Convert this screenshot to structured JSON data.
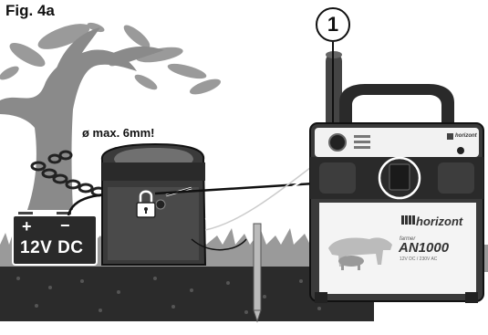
{
  "figure_label": "Fig. 4a",
  "lock_label": "ø max. 6mm!",
  "callout_number": "1",
  "battery": {
    "plus": "+",
    "minus": "−",
    "voltage_label": "12V DC"
  },
  "energizer": {
    "brand": "horizont",
    "brand_small": "horizont",
    "series": "farmer",
    "model": "AN1000",
    "spec_line": "12V DC / 230V AC"
  },
  "icons": [
    "tree",
    "chain",
    "padlock",
    "battery",
    "cable",
    "ground-stake",
    "antenna",
    "control-knob",
    "animals"
  ],
  "colors": {
    "background": "#ffffff",
    "soil": "#2a2a2a",
    "grass": "#7a7a7a",
    "tree": "#8a8a8a",
    "energizer_body": "#3a3a3a",
    "energizer_panel": "#f2f2f2"
  }
}
